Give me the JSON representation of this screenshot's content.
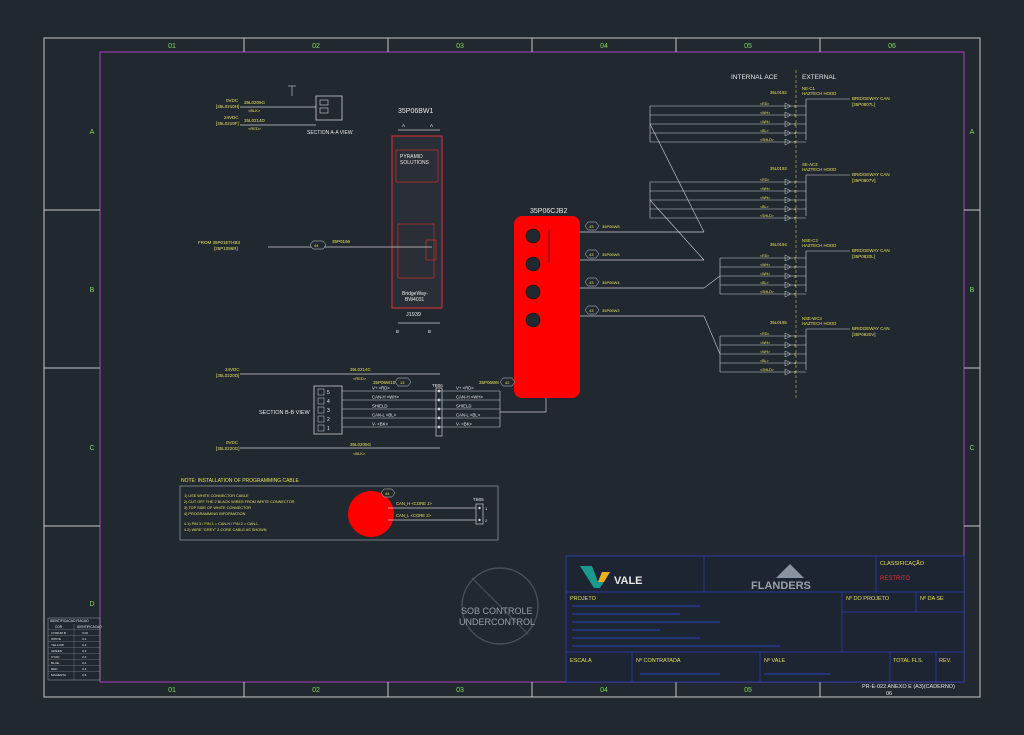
{
  "colors": {
    "background": "#212830",
    "border": "#c8c8c8",
    "zone_label": "#7ddc5c",
    "wire": "#cfcfcf",
    "label_yellow": "#e6e05a",
    "red_block": "#ff0000",
    "titleblock_line": "#2e3fbf"
  },
  "zones": {
    "columns": [
      "01",
      "02",
      "03",
      "04",
      "05",
      "06"
    ],
    "rows": [
      "A",
      "B",
      "C",
      "D"
    ]
  },
  "section_aa": {
    "title": "SECTION A-A VIEW",
    "line1_voltage": "0VDC",
    "line1_ref": "[35L0210H]",
    "line1_wire": "35L0205G",
    "line1_color": "<BLK>",
    "line2_voltage": "24VDC",
    "line2_ref": "[35L0219F]",
    "line2_wire": "35L0214D",
    "line2_color": "<RED>"
  },
  "gateway": {
    "tag": "35P06BW1",
    "brand_line1": "PYRAMID",
    "brand_line2": "SOLUTIONS",
    "model_line1": "BridgeWay-",
    "model_line2": "BW4031",
    "port": "J1939",
    "section_top": "A",
    "section_bottom": "B"
  },
  "from_link": {
    "line1": "FROM 35P01ETHB3",
    "line2": "[35P1096R]",
    "badge": "44",
    "cable": "35P0166"
  },
  "junction_box": {
    "tag": "35P06CJB2"
  },
  "jb_cables": [
    {
      "badge": "43",
      "id": "35P06W8"
    },
    {
      "badge": "43",
      "id": "35P06W6"
    },
    {
      "badge": "43",
      "id": "35P06W4"
    },
    {
      "badge": "43",
      "id": "35P06W2"
    }
  ],
  "headers": {
    "internal": "INTERNAL ACE",
    "external": "EXTERNAL"
  },
  "ext_groups": [
    {
      "terminal": "35L0192",
      "loc1": "NE-C1",
      "loc2": "HAZTECH HOOD",
      "dest1": "BRIDGEWAY CAN",
      "dest2": "[35P0807L]"
    },
    {
      "terminal": "35L0193",
      "loc1": "SE-AC3",
      "loc2": "HAZTECH HOOD",
      "dest1": "BRIDGEWAY CAN",
      "dest2": "[35P0807V]"
    },
    {
      "terminal": "35L0194",
      "loc1": "NSE-C3",
      "loc2": "HAZTECH HOOD",
      "dest1": "BRIDGEWAY CAN",
      "dest2": "[35P0820L]"
    },
    {
      "terminal": "35L0195",
      "loc1": "NSE-WC3",
      "loc2": "HAZTECH HOOD",
      "dest1": "BRIDGEWAY CAN",
      "dest2": "[35P0820V]"
    }
  ],
  "wire_colors": [
    "<RD>",
    "<WH>",
    "<WH>",
    "<BL>",
    "<SHLD>"
  ],
  "wire_nums": [
    "1",
    "2",
    "3",
    "4",
    "5"
  ],
  "section_bb": {
    "title": "SECTION B-B VIEW",
    "top_voltage": "24VDC",
    "top_ref": "[35L0220D]",
    "top_wire": "35L0214C",
    "top_color": "<RED>",
    "bot_voltage": "0VDC",
    "bot_ref": "[35L0220G]",
    "bot_wire": "35L0205G",
    "bot_color": "<BLK>",
    "cable": "35P06W10",
    "cable_badge": "13",
    "tb": "TB06",
    "cable2": "35P06W8",
    "cable2_badge": "42",
    "terms": [
      "5",
      "4",
      "3",
      "2",
      "1"
    ],
    "rows": [
      {
        "left": "V+ <RD>",
        "right": "V+ <RD>"
      },
      {
        "left": "CAN-H <WH>",
        "right": "CAN-H <WH>"
      },
      {
        "left": "SHIELD",
        "right": "SHIELD"
      },
      {
        "left": "CAN-L <BL>",
        "right": "CAN-L <BL>"
      },
      {
        "left": "V- <BK>",
        "right": "V- <BK>"
      }
    ]
  },
  "note": {
    "title": "NOTE: INSTALLATION OF PROGRAMMING CABLE",
    "lines": [
      "1) USE WHITE CONNECTOR CABLE",
      "2) CUT OFF THE 2 BLACK WIRES FROM WHITE CONNECTOR",
      "3) TOP SIDE OF WHITE CONNECTOR",
      "4) PROGRAMMING INFORMATION"
    ],
    "lines2": [
      "4.1) PIN 3 / PIN 1 = CAN-H / PIN 2 = CAN-L",
      "4.2) WIRE \"GREY\" 2-CORE CABLE AS SHOWN"
    ],
    "badge": "44",
    "can_h": "CAN_H <CORE 1>",
    "can_l": "CAN_L <CORE 2>",
    "tb": "TB05",
    "pin1": "1",
    "pin2": "2"
  },
  "stamp": {
    "line1": "SOB CONTROLE",
    "line2": "UNDERCONTROL"
  },
  "legend": {
    "header": "IDENTIFICACAO FIACAO",
    "col1": "COR",
    "col2": "IDENTIFICACAO",
    "rows": [
      [
        "COMUM B",
        "0.02"
      ],
      [
        "WHITE",
        "0.1"
      ],
      [
        "YELLOW",
        "0.2"
      ],
      [
        "GREEN",
        "0.2"
      ],
      [
        "CYAN",
        "0.3"
      ],
      [
        "BLUE",
        "0.4"
      ],
      [
        "RED",
        "0.4"
      ],
      [
        "MAGENTA",
        "0.6"
      ]
    ]
  },
  "title_block": {
    "logo_vale": "VALE",
    "logo_flanders": "FLANDERS",
    "classificacao": "CLASSIFICAÇÃO",
    "classificacao_value": "RESTRITO",
    "projeto": "PROJETO",
    "n_projeto": "Nº DO PROJETO",
    "n_se": "Nº DA SE",
    "escala": "ESCALA",
    "n_contratada": "Nº CONTRATADA",
    "n_vale": "Nº VALE",
    "total_fls": "TOTAL FLS.",
    "rev": "REV.",
    "footer1": "PR-E-022 ANEXO E (A3)(CADERNO)",
    "footer2": "06"
  }
}
